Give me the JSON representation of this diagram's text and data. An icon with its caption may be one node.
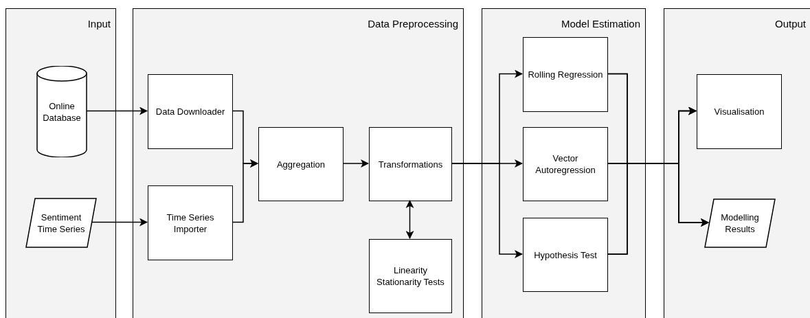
{
  "diagram": {
    "nodes": [
      {
        "text": [
          "Input"
        ]
      },
      {
        "text": [
          "Online Database"
        ],
        "in": 0
      },
      {
        "text": [
          "Sentiment Time Series"
        ],
        "in": 0
      },
      {
        "text": [
          "Data Preprocessing"
        ]
      },
      {
        "text": [
          "Data Downloader"
        ],
        "in": 3
      },
      {
        "text": [
          "Time Series Importer"
        ],
        "in": 3
      },
      {
        "text": [
          "Aggregation"
        ],
        "in": 3
      },
      {
        "text": [
          "Transformations"
        ],
        "in": 3
      },
      {
        "text": [
          "Linearity Stationarity Tests"
        ],
        "in": 3
      },
      {
        "text": [
          "Model Estimation"
        ]
      },
      {
        "text": [
          "Rolling Regression"
        ],
        "in": 9
      },
      {
        "text": [
          "Vector Autoregression"
        ],
        "in": 9
      },
      {
        "text": [
          "Hypothesis Test"
        ],
        "in": 9
      },
      {
        "text": [
          "Output"
        ]
      },
      {
        "text": [
          "Visualisation"
        ],
        "in": 13
      },
      {
        "text": [
          "Modelling Results"
        ],
        "in": 13
      }
    ],
    "edges": [
      {
        "from": 1,
        "to": 4,
        "arrow": "to"
      },
      {
        "from": 2,
        "to": 5,
        "arrow": "to"
      },
      {
        "from": 4,
        "to": 6,
        "arrow": "to"
      },
      {
        "from": 5,
        "to": 6,
        "arrow": "to"
      },
      {
        "from": 6,
        "to": 7,
        "arrow": "to"
      },
      {
        "from": 7,
        "to": 8,
        "arrow": "both"
      },
      {
        "from": 7,
        "to": 10,
        "arrow": "to"
      },
      {
        "from": 7,
        "to": 11,
        "arrow": "to"
      },
      {
        "from": 7,
        "to": 12,
        "arrow": "to"
      },
      {
        "from": 10,
        "to": 14,
        "arrow": "to"
      },
      {
        "from": 10,
        "to": 15,
        "arrow": "to"
      },
      {
        "from": 11,
        "to": 14,
        "arrow": "to"
      },
      {
        "from": 11,
        "to": 15,
        "arrow": "to"
      },
      {
        "from": 12,
        "to": 14,
        "arrow": "to"
      },
      {
        "from": 12,
        "to": 15,
        "arrow": "to"
      }
    ]
  }
}
